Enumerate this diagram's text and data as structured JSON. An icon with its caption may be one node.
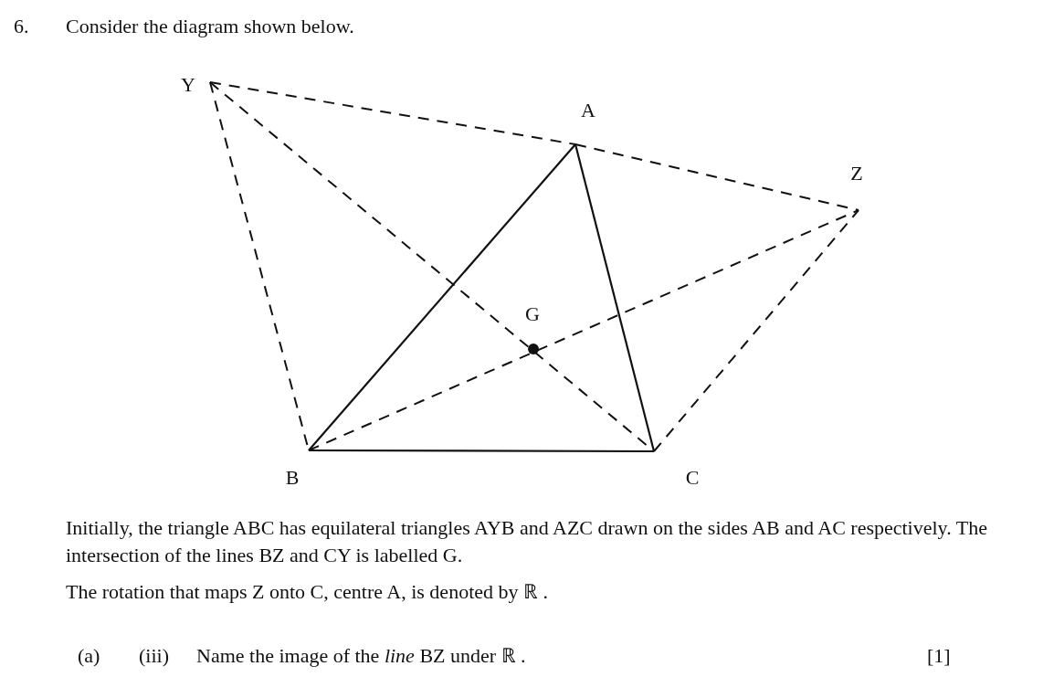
{
  "diagram": {
    "nodes": [
      {
        "text": [
          "Y"
        ]
      },
      {
        "text": [
          "A"
        ]
      },
      {
        "text": [
          "Z"
        ]
      },
      {
        "text": [
          "G"
        ]
      },
      {
        "text": [
          "B"
        ]
      },
      {
        "text": [
          "C"
        ]
      }
    ],
    "edges": [
      {
        "from": 0,
        "to": 1,
        "arrow": "none",
        "style": "dashed"
      },
      {
        "from": 1,
        "to": 2,
        "arrow": "none",
        "style": "dashed"
      },
      {
        "from": 0,
        "to": 4,
        "arrow": "none",
        "style": "dashed"
      },
      {
        "from": 0,
        "to": 5,
        "arrow": "none",
        "style": "dashed"
      },
      {
        "from": 4,
        "to": 2,
        "arrow": "none",
        "style": "dashed"
      },
      {
        "from": 5,
        "to": 2,
        "arrow": "none",
        "style": "dashed"
      },
      {
        "from": 1,
        "to": 4,
        "arrow": "none"
      },
      {
        "from": 1,
        "to": 5,
        "arrow": "none"
      },
      {
        "from": 4,
        "to": 5,
        "arrow": "none"
      }
    ],
    "labels": [
      "6.",
      "Consider the diagram shown below.",
      "Initially, the triangle ABC has equilateral triangles AYB and AZC drawn on the sides AB and AC respectively. The intersection of the lines BZ and CY is labelled G.",
      "The rotation that maps Z onto C, centre A, is denoted by ℝ .",
      "(a)",
      "(iii)",
      "Name the image of the *line* BZ under ℝ .",
      "[1]"
    ]
  }
}
